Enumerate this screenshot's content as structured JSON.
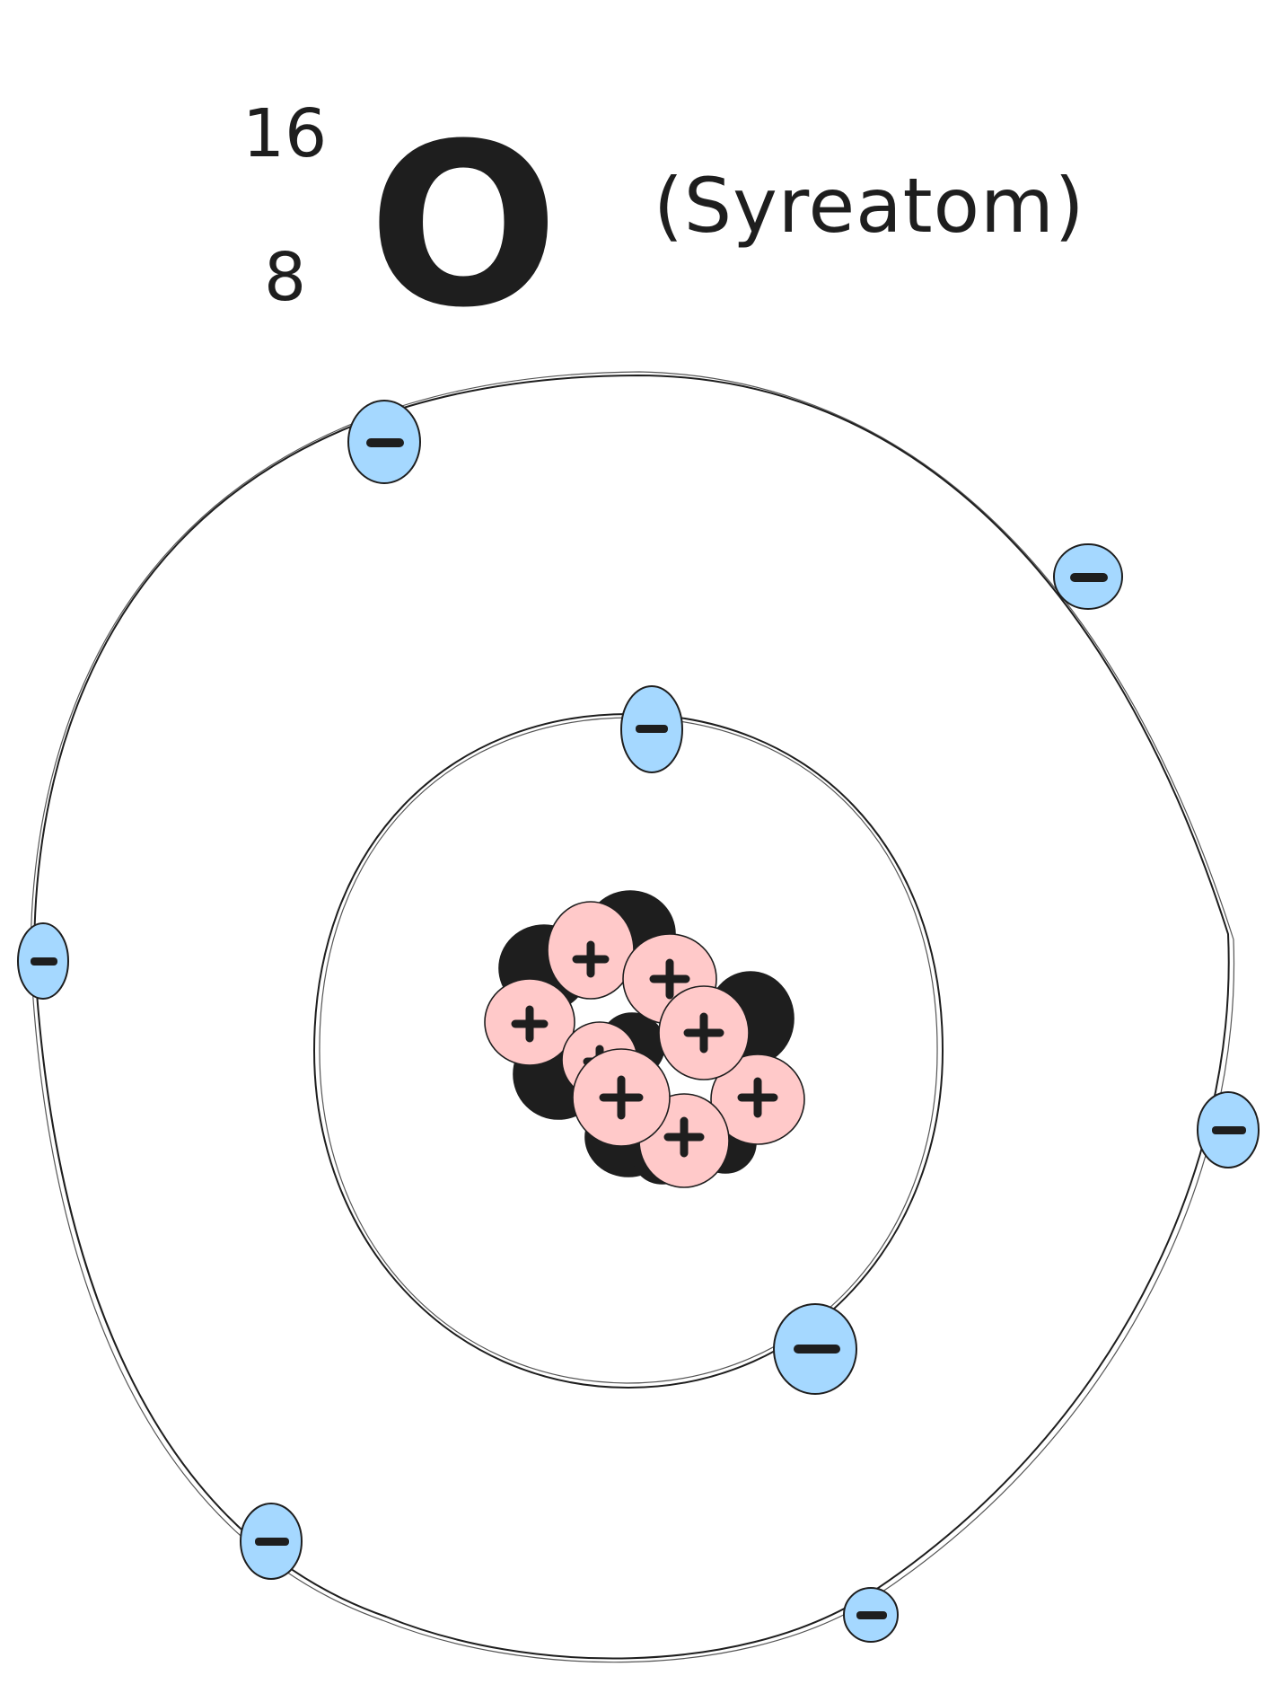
{
  "isotope": {
    "mass_number": "16",
    "atomic_number": "8",
    "symbol": "O",
    "name": "(Syreatom)"
  },
  "diagram": {
    "electron_sign": "−",
    "proton_sign": "+",
    "shells": [
      {
        "name": "inner-shell",
        "electron_count": 2
      },
      {
        "name": "outer-shell",
        "electron_count": 6
      }
    ],
    "nucleus": {
      "protons": 8,
      "neutrons": 8
    }
  },
  "colors": {
    "electron": "#a5d8ff",
    "proton": "#ffc9c9",
    "neutron": "#1e1e1e",
    "stroke": "#1e1e1e",
    "background": "#ffffff"
  }
}
